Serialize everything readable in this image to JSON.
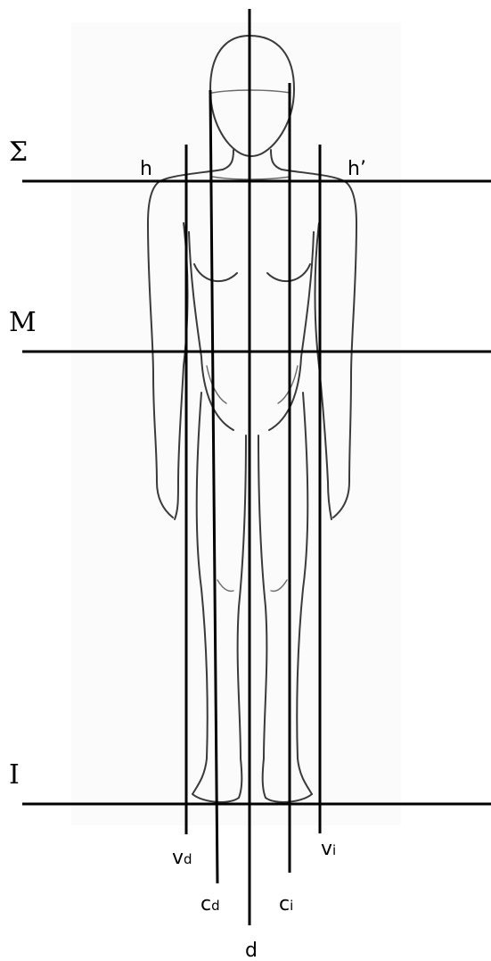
{
  "horizontal_labels": {
    "sigma": "Σ",
    "m": "M",
    "i": "I"
  },
  "shoulder_labels": {
    "h": "h",
    "h_prime": "h’"
  },
  "vertical_labels": {
    "vd_base": "v",
    "vd_sub": "d",
    "cd_base": "c",
    "cd_sub": "d",
    "ci_base": "c",
    "ci_sub": "i",
    "vi_base": "v",
    "vi_sub": "i",
    "d": "d"
  },
  "colors": {
    "lines": "#000000",
    "figure": "#3a3a3a",
    "background": "#ffffff"
  }
}
